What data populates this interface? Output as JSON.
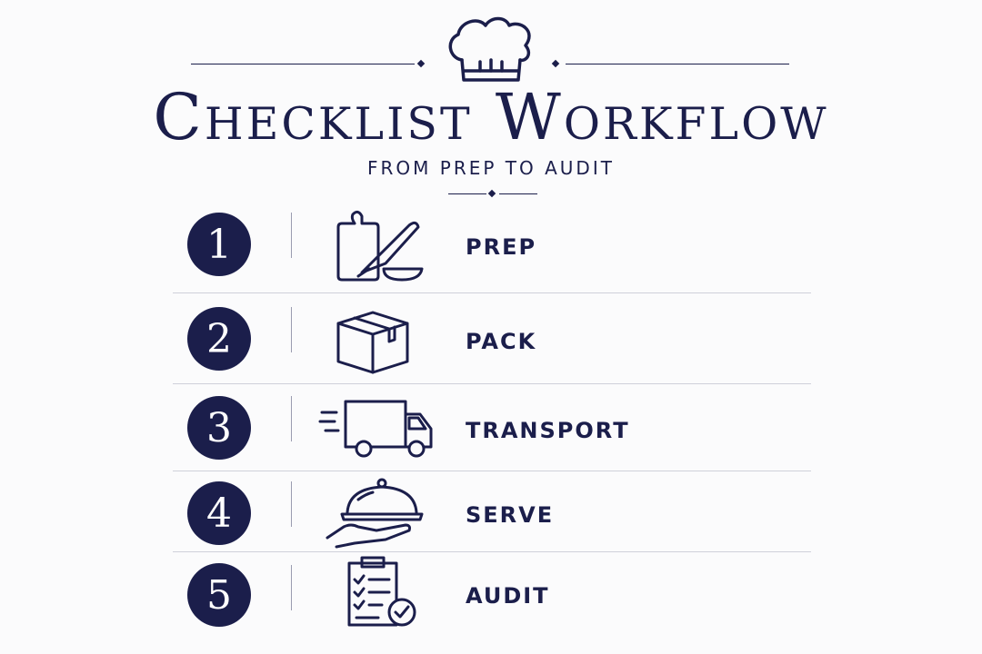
{
  "header": {
    "title": "Checklist Workflow",
    "subtitle": "FROM PREP TO AUDIT",
    "logo_icon": "chef-hat-icon"
  },
  "steps": [
    {
      "number": "1",
      "label": "PREP",
      "icon": "cutting-board-knife-icon"
    },
    {
      "number": "2",
      "label": "PACK",
      "icon": "box-icon"
    },
    {
      "number": "3",
      "label": "TRANSPORT",
      "icon": "delivery-truck-icon"
    },
    {
      "number": "4",
      "label": "SERVE",
      "icon": "serving-cloche-icon"
    },
    {
      "number": "5",
      "label": "AUDIT",
      "icon": "clipboard-check-icon"
    }
  ],
  "colors": {
    "navy": "#1b1e4b",
    "background": "#fbfbfc",
    "divider": "#cfd0da"
  }
}
